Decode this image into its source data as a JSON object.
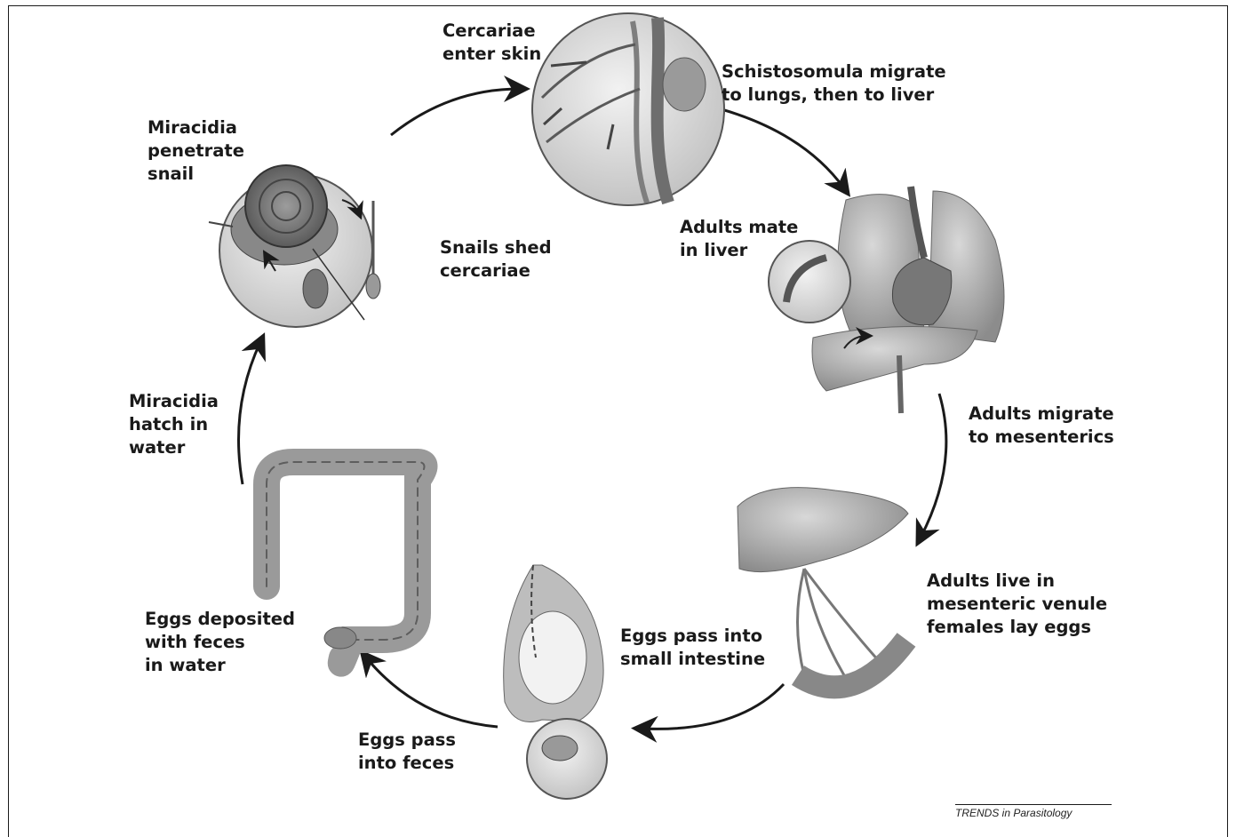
{
  "labels": {
    "cercariae_enter": "Cercariae\nenter skin",
    "schistosomula_migrate": "Schistosomula migrate\nto lungs, then to liver",
    "adults_mate": "Adults mate\nin liver",
    "adults_migrate": "Adults migrate\nto mesenterics",
    "adults_live": "Adults live in\nmesenteric venule\nfemales lay eggs",
    "eggs_pass_intestine": "Eggs pass into\nsmall intestine",
    "eggs_pass_feces": "Eggs pass\ninto feces",
    "eggs_deposited": "Eggs deposited\nwith feces\nin water",
    "miracidia_hatch": "Miracidia\nhatch in\nwater",
    "miracidia_penetrate": "Miracidia\npenetrate\nsnail",
    "snails_shed": "Snails shed\ncercariae"
  },
  "credit": "TRENDS in Parasitology",
  "colors": {
    "ink": "#1a1a1a",
    "tissue": "#9a9a9a",
    "lens": "#d6d6d6"
  }
}
